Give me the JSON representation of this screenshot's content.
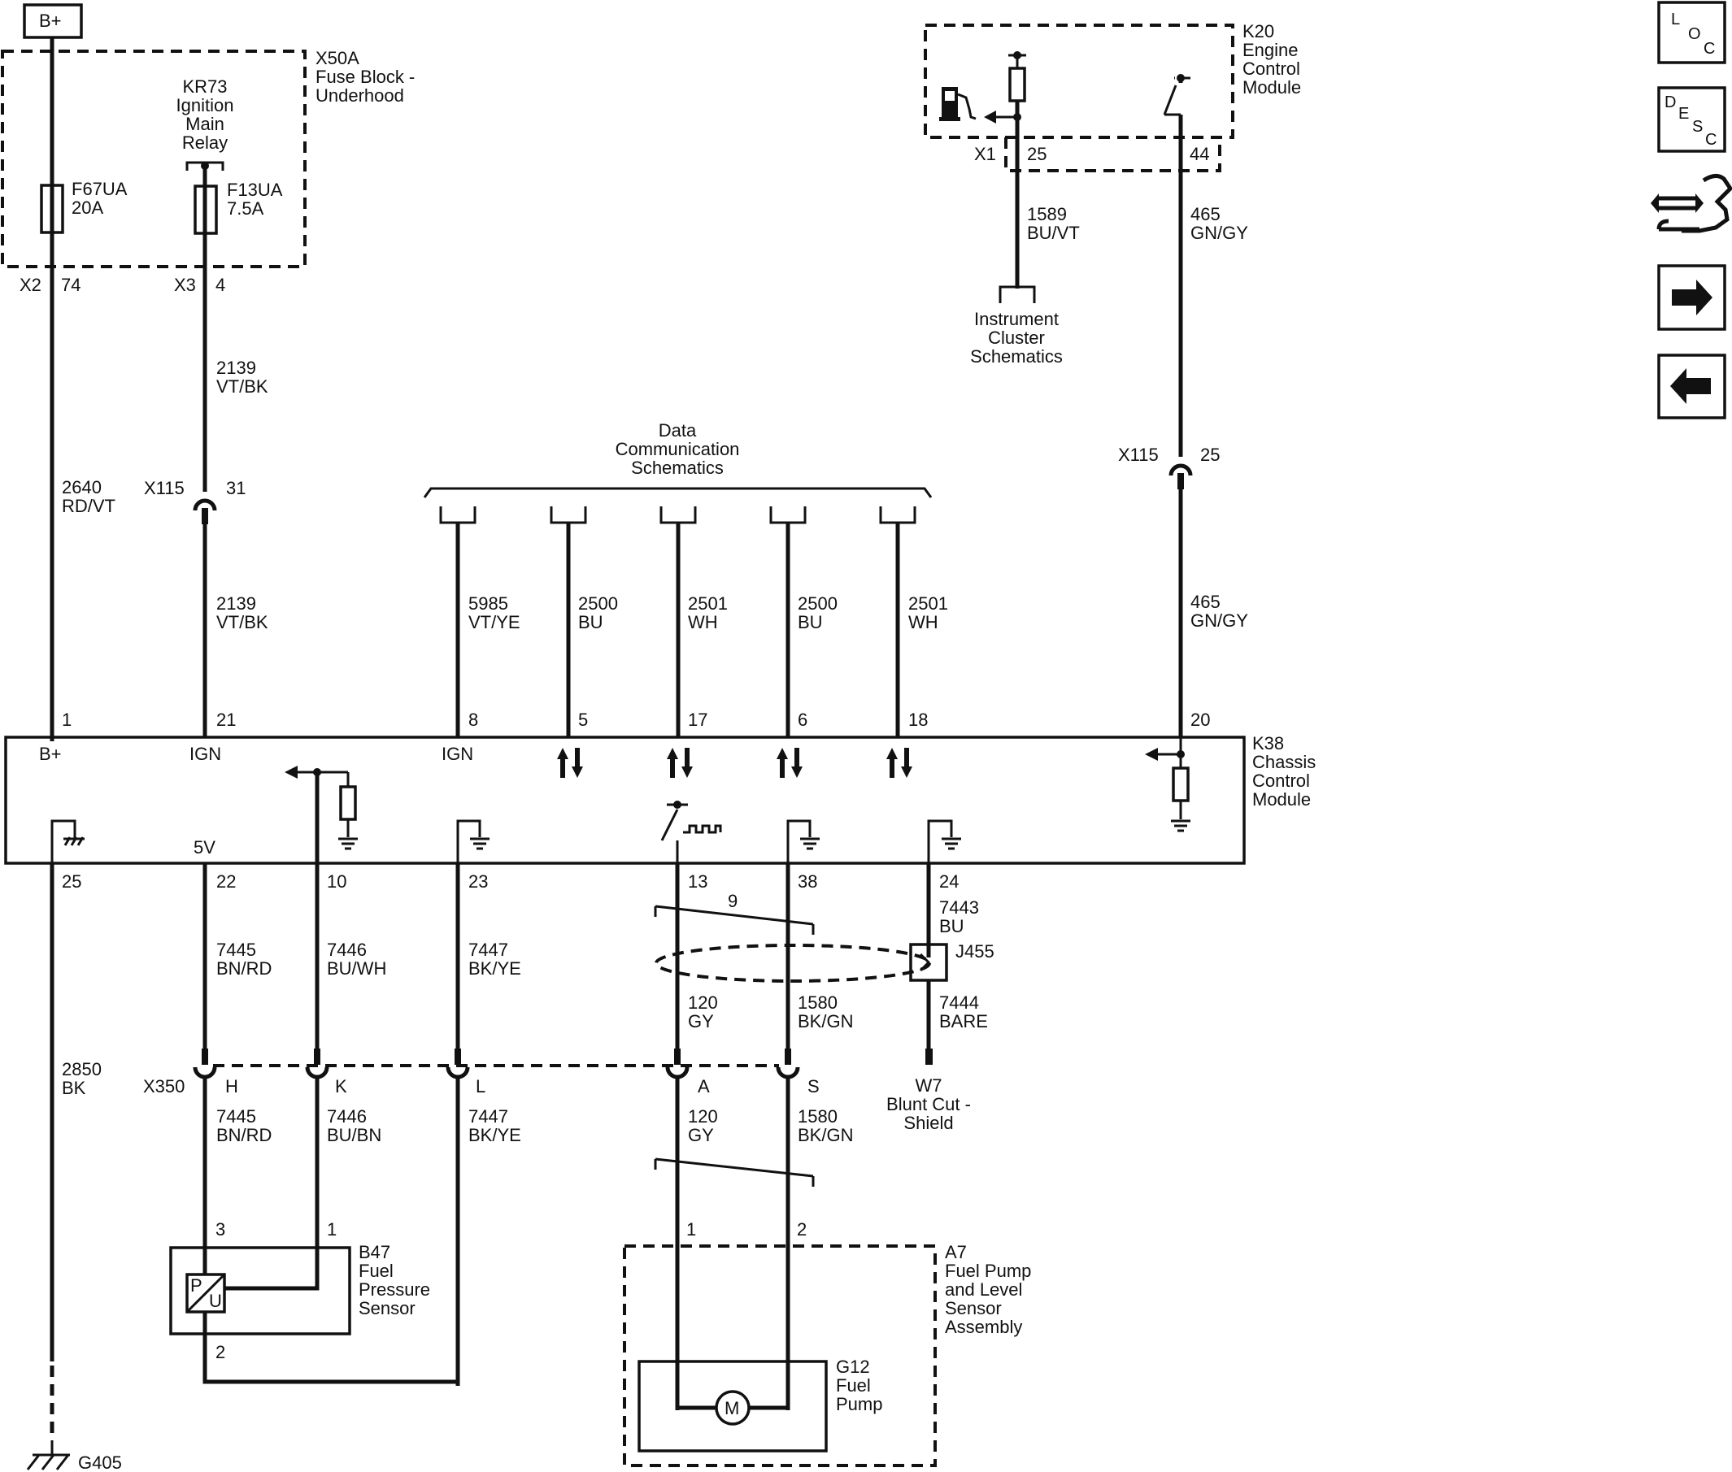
{
  "battery": "B+",
  "x50a": {
    "id": "X50A",
    "name1": "Fuse Block -",
    "name2": "Underhood"
  },
  "relay": {
    "id": "KR73",
    "line1": "Ignition",
    "line2": "Main",
    "line3": "Relay"
  },
  "fuse1": {
    "id": "F67UA",
    "rating": "20A"
  },
  "fuse2": {
    "id": "F13UA",
    "rating": "7.5A"
  },
  "conn": {
    "x2": "X2",
    "x2_pin": "74",
    "x3": "X3",
    "x3_pin": "4",
    "x115": "X115",
    "x115_pin_a": "31",
    "x115_pin_b": "25",
    "x1": "X1",
    "x1_pin": "25",
    "x1_pin2": "44",
    "x350": "X350"
  },
  "wires": {
    "w2139": {
      "num": "2139",
      "color": "VT/BK"
    },
    "w2640": {
      "num": "2640",
      "color": "RD/VT"
    },
    "w5985": {
      "num": "5985",
      "color": "VT/YE"
    },
    "w2500a": {
      "num": "2500",
      "color": "BU"
    },
    "w2501a": {
      "num": "2501",
      "color": "WH"
    },
    "w2500b": {
      "num": "2500",
      "color": "BU"
    },
    "w2501b": {
      "num": "2501",
      "color": "WH"
    },
    "w465": {
      "num": "465",
      "color": "GN/GY"
    },
    "w1589": {
      "num": "1589",
      "color": "BU/VT"
    },
    "w7445": {
      "num": "7445",
      "color": "BN/RD"
    },
    "w7446": {
      "num": "7446",
      "color": "BU/WH"
    },
    "w7446b": {
      "num": "7446",
      "color": "BU/BN"
    },
    "w7447": {
      "num": "7447",
      "color": "BK/YE"
    },
    "w120": {
      "num": "120",
      "color": "GY"
    },
    "w1580": {
      "num": "1580",
      "color": "BK/GN"
    },
    "w7443": {
      "num": "7443",
      "color": "BU"
    },
    "w7444": {
      "num": "7444",
      "color": "BARE"
    },
    "w2850": {
      "num": "2850",
      "color": "BK"
    },
    "twist": "9"
  },
  "data_comm": {
    "line1": "Data",
    "line2": "Communication",
    "line3": "Schematics"
  },
  "k20": {
    "id": "K20",
    "line1": "Engine",
    "line2": "Control",
    "line3": "Module"
  },
  "instrument": {
    "line1": "Instrument",
    "line2": "Cluster",
    "line3": "Schematics"
  },
  "k38": {
    "id": "K38",
    "line1": "Chassis",
    "line2": "Control",
    "line3": "Module",
    "pins_top": [
      "1",
      "21",
      "8",
      "5",
      "17",
      "6",
      "18",
      "20"
    ],
    "pins_bottom": [
      "25",
      "22",
      "10",
      "23",
      "13",
      "38",
      "24"
    ],
    "lbl_bplus": "B+",
    "lbl_ign1": "IGN",
    "lbl_ign2": "IGN",
    "lbl_5v": "5V"
  },
  "x350_pins": [
    "H",
    "K",
    "L",
    "A",
    "S"
  ],
  "j455": "J455",
  "w7": {
    "id": "W7",
    "line1": "Blunt Cut -",
    "line2": "Shield"
  },
  "b47": {
    "id": "B47",
    "line1": "Fuel",
    "line2": "Pressure",
    "line3": "Sensor",
    "pin3": "3",
    "pin1": "1",
    "pin2": "2",
    "p": "P",
    "u": "U"
  },
  "a7": {
    "id": "A7",
    "line1": "Fuel Pump",
    "line2": "and Level",
    "line3": "Sensor",
    "line4": "Assembly",
    "pin1": "1",
    "pin2": "2"
  },
  "g12": {
    "id": "G12",
    "line1": "Fuel",
    "line2": "Pump",
    "motor": "M"
  },
  "ground": "G405",
  "nav": {
    "loc": [
      "L",
      "O",
      "C"
    ],
    "desc": [
      "D",
      "E",
      "S",
      "C"
    ]
  }
}
